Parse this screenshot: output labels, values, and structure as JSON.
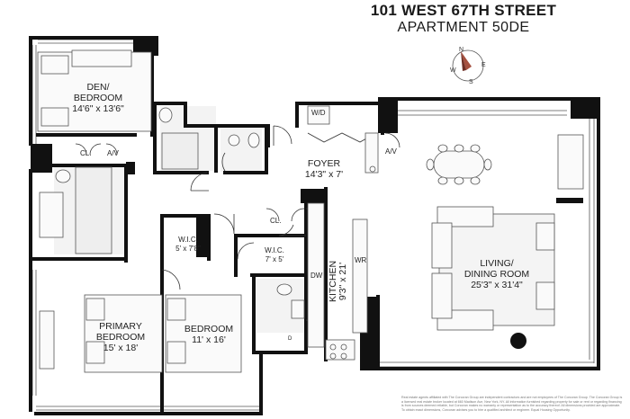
{
  "header": {
    "address": "101 WEST 67TH STREET",
    "unit": "APARTMENT 50DE"
  },
  "compass": {
    "north": "N",
    "east": "E",
    "south": "S",
    "west": "W"
  },
  "rooms": {
    "den": {
      "name_line1": "DEN/",
      "name_line2": "BEDROOM",
      "dims": "14'6\" x 13'6\""
    },
    "foyer": {
      "name": "FOYER",
      "dims": "14'3\" x 7'"
    },
    "wic1": {
      "name": "W.I.C.",
      "dims": "5' x 7'8\""
    },
    "wic2": {
      "name": "W.I.C.",
      "dims": "7' x 5'"
    },
    "kitchen": {
      "name": "KITCHEN",
      "dims": "9'3\" x 21'"
    },
    "living": {
      "name_line1": "LIVING/",
      "name_line2": "DINING ROOM",
      "dims": "25'3\" x 31'4\""
    },
    "primary": {
      "name_line1": "PRIMARY",
      "name_line2": "BEDROOM",
      "dims": "15' x 18'"
    },
    "bedroom": {
      "name": "BEDROOM",
      "dims": "11' x 16'"
    }
  },
  "fixtures": {
    "closet_den": "CL.",
    "av_den": "A/V",
    "wd": "W/D",
    "av_foyer": "A/V",
    "closet_hall": "CL.",
    "dw": "DW",
    "wr": "WR",
    "d": "D"
  },
  "disclaimer": "Real estate agents affiliated with The Corcoran Group are independent contractors and are not employees of The Corcoran Group. The Corcoran Group is a licensed real estate broker located at 660 Madison Ave, New York, NY. All information furnished regarding property for sale or rent or regarding financing is from sources deemed reliable, but Corcoran makes no warranty or representation as to the accuracy thereof. All dimensions provided are approximate. To obtain exact dimensions, Corcoran advises you to hire a qualified architect or engineer. Equal Housing Opportunity."
}
